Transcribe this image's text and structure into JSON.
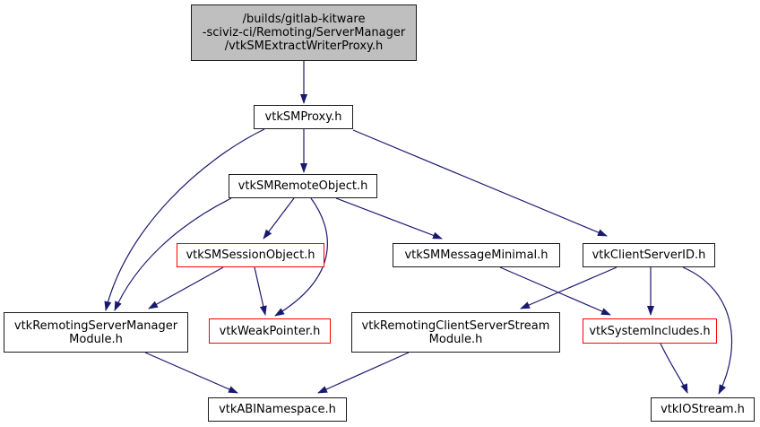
{
  "diagram": {
    "type": "include-dependency-graph",
    "colors": {
      "edge": "#191970",
      "node_border": "#1a1a1a",
      "truncated_node_border": "#ff0000",
      "root_node_fill": "#bfbfbf",
      "node_fill": "#ffffff",
      "background": "#ffffff"
    },
    "nodes": [
      {
        "id": "root",
        "style": "root",
        "lines": [
          "/builds/gitlab-kitware",
          "-sciviz-ci/Remoting/ServerManager",
          "/vtkSMExtractWriterProxy.h"
        ]
      },
      {
        "id": "vtkSMProxy",
        "label": "vtkSMProxy.h"
      },
      {
        "id": "vtkSMRemoteObject",
        "label": "vtkSMRemoteObject.h"
      },
      {
        "id": "vtkSMSessionObject",
        "label": "vtkSMSessionObject.h",
        "style": "truncated"
      },
      {
        "id": "vtkSMMessageMinimal",
        "label": "vtkSMMessageMinimal.h"
      },
      {
        "id": "vtkClientServerID",
        "label": "vtkClientServerID.h"
      },
      {
        "id": "vtkRemotingServerManagerModule",
        "lines": [
          "vtkRemotingServerManager",
          "Module.h"
        ]
      },
      {
        "id": "vtkWeakPointer",
        "label": "vtkWeakPointer.h",
        "style": "truncated"
      },
      {
        "id": "vtkRemotingClientServerStreamModule",
        "lines": [
          "vtkRemotingClientServerStream",
          "Module.h"
        ]
      },
      {
        "id": "vtkSystemIncludes",
        "label": "vtkSystemIncludes.h",
        "style": "truncated"
      },
      {
        "id": "vtkABINamespace",
        "label": "vtkABINamespace.h"
      },
      {
        "id": "vtkIOStream",
        "label": "vtkIOStream.h"
      }
    ],
    "edges": [
      {
        "from": "root",
        "to": "vtkSMProxy"
      },
      {
        "from": "vtkSMProxy",
        "to": "vtkSMRemoteObject"
      },
      {
        "from": "vtkSMProxy",
        "to": "vtkRemotingServerManagerModule"
      },
      {
        "from": "vtkSMProxy",
        "to": "vtkClientServerID"
      },
      {
        "from": "vtkSMRemoteObject",
        "to": "vtkSMSessionObject"
      },
      {
        "from": "vtkSMRemoteObject",
        "to": "vtkRemotingServerManagerModule"
      },
      {
        "from": "vtkSMRemoteObject",
        "to": "vtkWeakPointer"
      },
      {
        "from": "vtkSMRemoteObject",
        "to": "vtkSMMessageMinimal"
      },
      {
        "from": "vtkSMSessionObject",
        "to": "vtkRemotingServerManagerModule"
      },
      {
        "from": "vtkSMSessionObject",
        "to": "vtkWeakPointer"
      },
      {
        "from": "vtkSMMessageMinimal",
        "to": "vtkSystemIncludes"
      },
      {
        "from": "vtkClientServerID",
        "to": "vtkRemotingClientServerStreamModule"
      },
      {
        "from": "vtkClientServerID",
        "to": "vtkSystemIncludes"
      },
      {
        "from": "vtkClientServerID",
        "to": "vtkIOStream"
      },
      {
        "from": "vtkRemotingServerManagerModule",
        "to": "vtkABINamespace"
      },
      {
        "from": "vtkRemotingClientServerStreamModule",
        "to": "vtkABINamespace"
      },
      {
        "from": "vtkSystemIncludes",
        "to": "vtkIOStream"
      }
    ]
  }
}
